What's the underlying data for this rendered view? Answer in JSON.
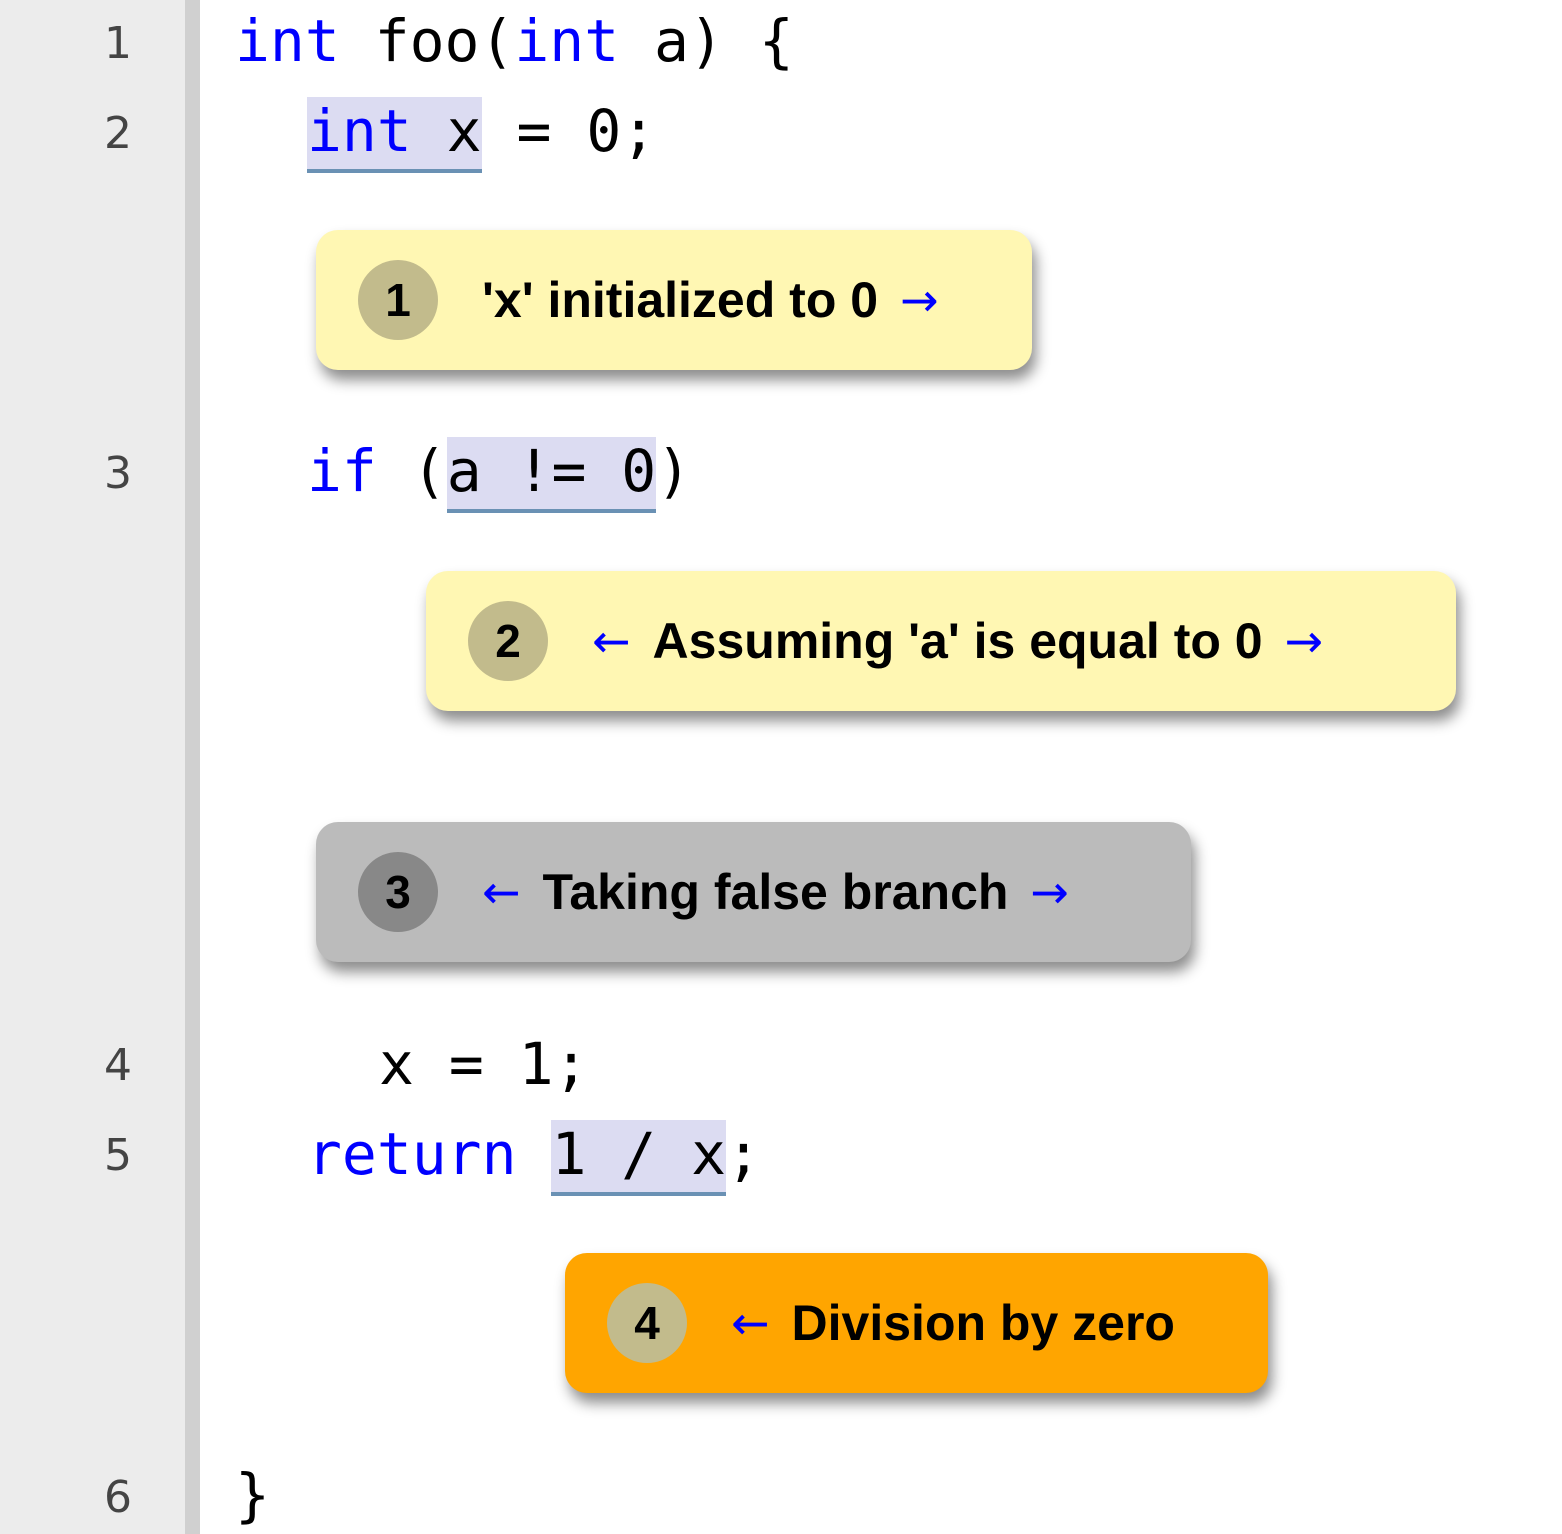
{
  "line_numbers": [
    "1",
    "2",
    "3",
    "4",
    "5",
    "6"
  ],
  "code": {
    "line1": {
      "kw1": "int",
      "t1": " foo(",
      "kw2": "int",
      "t2": " a) {"
    },
    "line2": {
      "kw": "int",
      "t1": " x",
      "t2": " = 0;"
    },
    "line3": {
      "kw": "if",
      "t1": " (",
      "cond": "a != 0",
      "t2": ")"
    },
    "line4": {
      "t": "x = 1;"
    },
    "line5": {
      "kw": "return",
      "sp": " ",
      "expr": "1 / x",
      "t": ";"
    },
    "line6": {
      "t": "}"
    }
  },
  "events": [
    {
      "number": "1",
      "text": "'x' initialized to 0",
      "prev_arrow": "",
      "next_arrow": "→",
      "kind": "note"
    },
    {
      "number": "2",
      "text": "Assuming 'a' is equal to 0",
      "prev_arrow": "←",
      "next_arrow": "→",
      "kind": "note"
    },
    {
      "number": "3",
      "text": "Taking false branch",
      "prev_arrow": "←",
      "next_arrow": "→",
      "kind": "branch"
    },
    {
      "number": "4",
      "text": "Division by zero",
      "prev_arrow": "←",
      "next_arrow": "",
      "kind": "error"
    }
  ],
  "colors": {
    "keyword": "#0000ff",
    "highlight": "#dcdcf2",
    "highlight_underline": "#6a91b4",
    "note_bubble": "#fff7b3",
    "branch_bubble": "#bbbbbb",
    "error_bubble": "#ffa500",
    "badge_light": "#c2bb8c",
    "badge_dark": "#888888",
    "gutter": "#ececec"
  }
}
